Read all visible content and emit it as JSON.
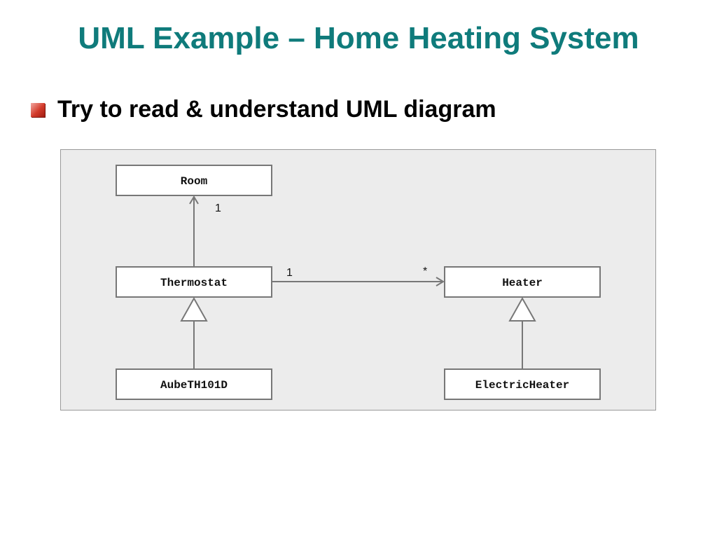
{
  "slide": {
    "title": "UML Example – Home Heating System",
    "bullet": "Try to read & understand UML diagram"
  },
  "diagram": {
    "classes": {
      "room": "Room",
      "thermostat": "Thermostat",
      "heater": "Heater",
      "aube": "AubeTH101D",
      "electric_heater": "ElectricHeater"
    },
    "multiplicities": {
      "thermostat_room": "1",
      "thermostat_heater_source": "1",
      "thermostat_heater_target": "*"
    },
    "relations": [
      {
        "from": "Thermostat",
        "to": "Room",
        "type": "association"
      },
      {
        "from": "Thermostat",
        "to": "Heater",
        "type": "association"
      },
      {
        "from": "AubeTH101D",
        "to": "Thermostat",
        "type": "generalization"
      },
      {
        "from": "ElectricHeater",
        "to": "Heater",
        "type": "generalization"
      }
    ]
  },
  "colors": {
    "title": "#0f7b7b",
    "panel": "#ececec",
    "bullet": "#d23a2a"
  }
}
